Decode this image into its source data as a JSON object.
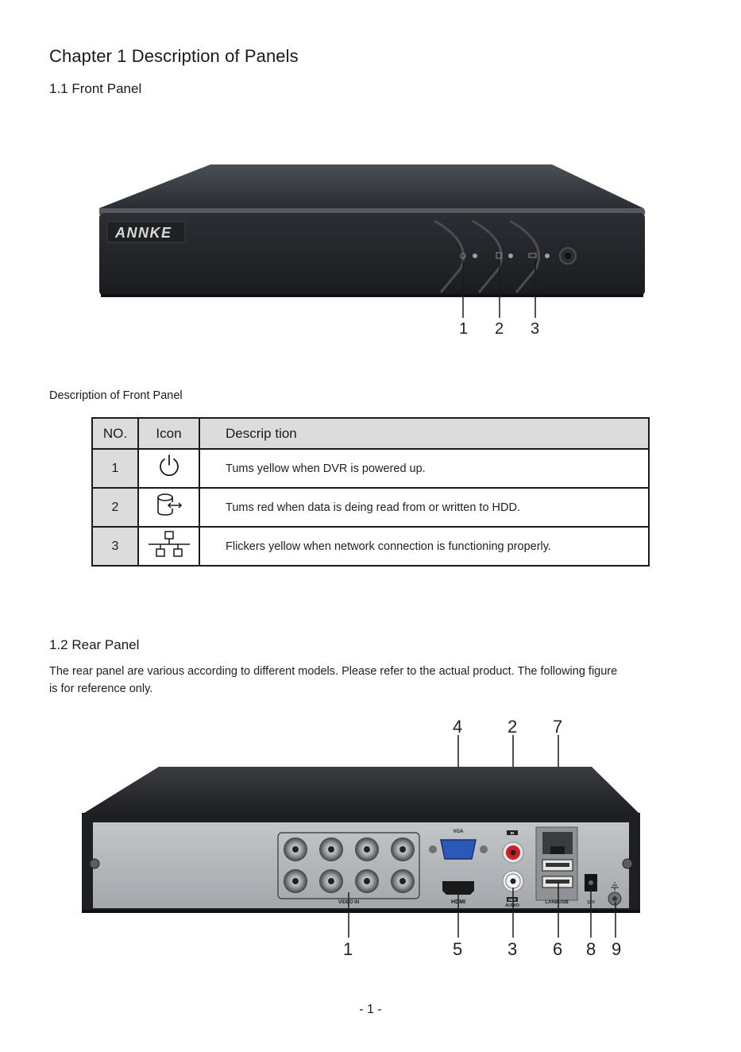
{
  "chapter_title": "Chapter 1 Description of Panels",
  "front_panel": {
    "heading": "1.1 Front Panel",
    "brand": "ANNKE",
    "callouts": [
      "1",
      "2",
      "3"
    ],
    "caption": "Description of Front Panel",
    "table": {
      "headers": [
        "NO.",
        "Icon",
        "Descrip tion"
      ],
      "rows": [
        {
          "no": "1",
          "icon": "power-icon",
          "description": "Tums yellow when DVR is powered up."
        },
        {
          "no": "2",
          "icon": "hdd-icon",
          "description": "Tums red when data is deing read from or written to HDD."
        },
        {
          "no": "3",
          "icon": "network-icon",
          "description": "Flickers yellow when network connection is functioning properly."
        }
      ]
    }
  },
  "rear_panel": {
    "heading": "1.2 Rear Panel",
    "paragraph": "The rear panel are various according to different models. Please refer to the actual product. The following figure is for reference only.",
    "callouts_top": [
      "4",
      "2",
      "7"
    ],
    "callouts_bottom": [
      "1",
      "5",
      "3",
      "6",
      "8",
      "9"
    ],
    "port_labels": {
      "vga": "VGA",
      "video_in": "VIDEO IN",
      "hdmi": "HDMI",
      "audio": "AUDIO",
      "audio_in": "IN",
      "audio_out": "OUT",
      "lan_usb": "LAN&USB",
      "power": "12V"
    }
  },
  "page_number": "- 1 -"
}
